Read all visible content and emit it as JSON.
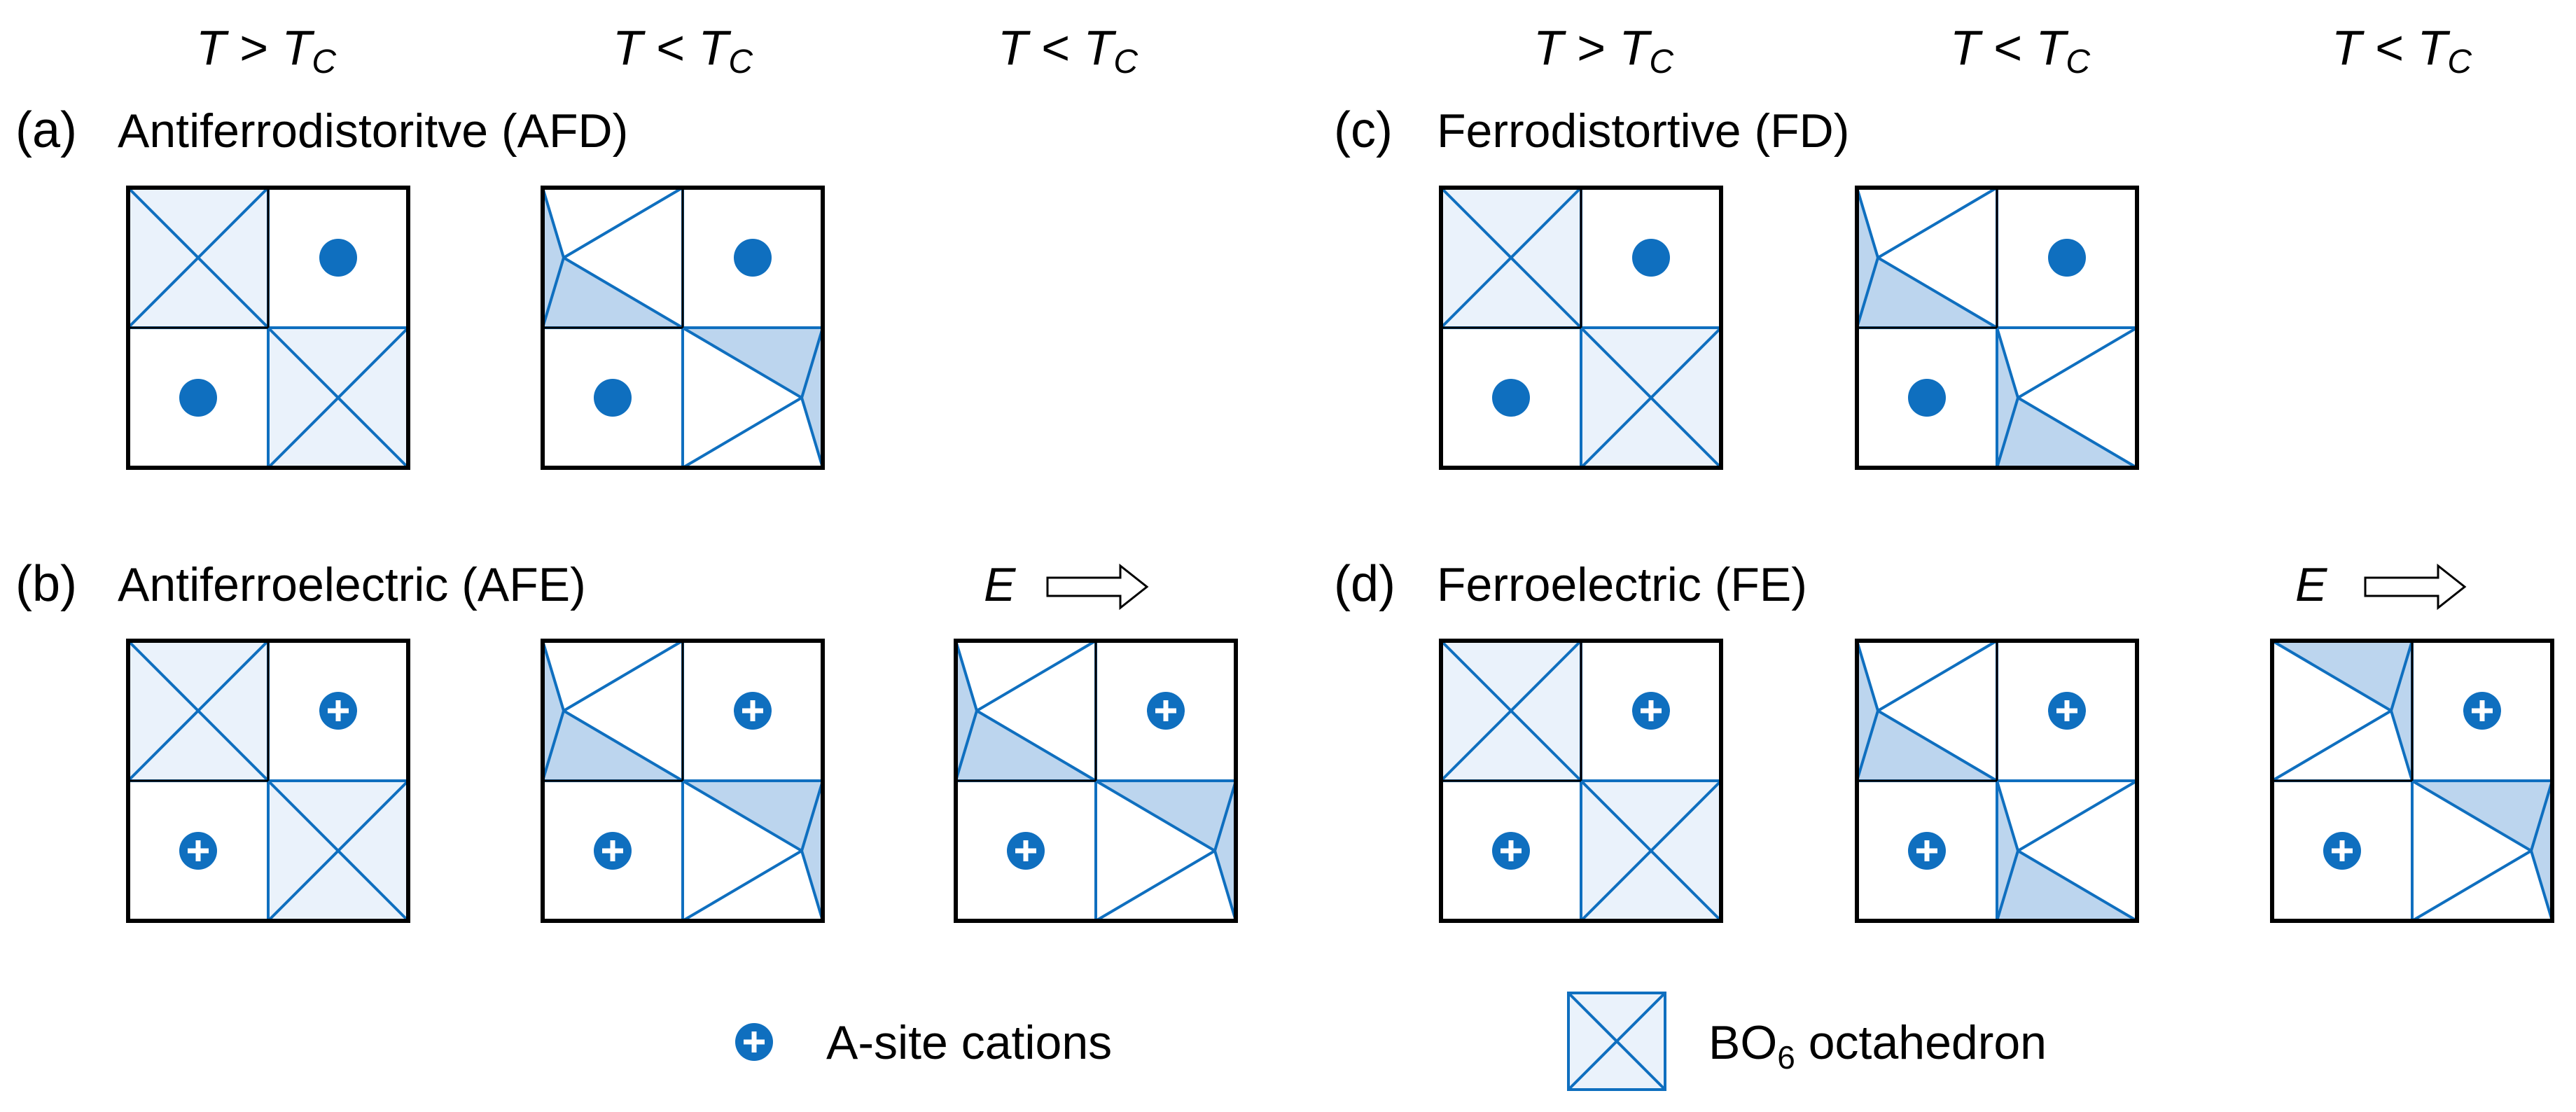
{
  "colors": {
    "accent": "#0f6fbf",
    "light_fill": "#eaf2fb",
    "dark_fill": "#bcd5ee",
    "frame": "#000000"
  },
  "temperature_headers": {
    "high": {
      "T": "T",
      "op": " > ",
      "sub": "C"
    },
    "low": {
      "T": "T",
      "op": " < ",
      "sub": "C"
    }
  },
  "panels": {
    "a": {
      "tag": "(a)",
      "title": "Antiferrodistoritve (AFD)"
    },
    "b": {
      "tag": "(b)",
      "title": "Antiferroelectric (AFE)"
    },
    "c": {
      "tag": "(c)",
      "title": "Ferrodistortive (FD)"
    },
    "d": {
      "tag": "(d)",
      "title": "Ferroelectric (FE)"
    }
  },
  "field": {
    "symbol": "E"
  },
  "legend": {
    "cation_label": "A-site cations",
    "octahedron_label_main": "BO",
    "octahedron_label_sub": "6",
    "octahedron_label_rest": " octahedron"
  }
}
